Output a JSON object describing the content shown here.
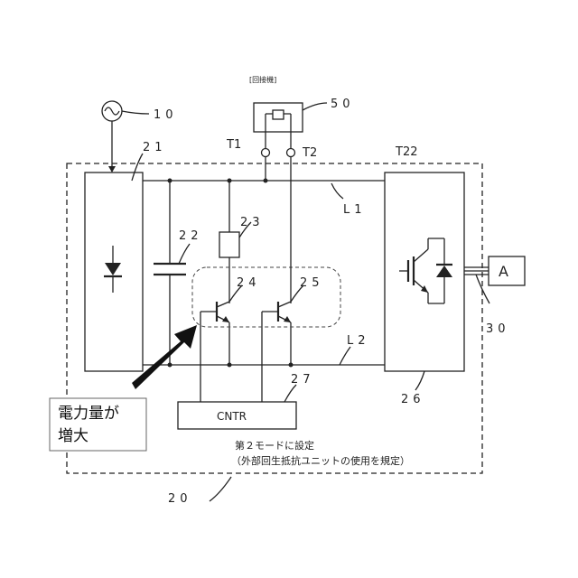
{
  "labels": {
    "source": "10",
    "converter": "21",
    "capacitor": "22",
    "resistor": "23",
    "transistor_24": "24",
    "transistor_25": "25",
    "inverter_block": "26",
    "controller": "27",
    "output_line": "30",
    "unit": "50",
    "device": "20",
    "line_l1": "L1",
    "line_l2": "L2",
    "terminal_t1": "T1",
    "terminal_t2": "T2",
    "terminal_t22": "T22",
    "load": "A",
    "cntr": "CNTR",
    "unit_caption": "[回接機]"
  },
  "notes": {
    "mode_line1": "第２モードに設定",
    "mode_line2": "（外部回生抵抗ユニットの使用を規定）"
  },
  "callout": {
    "line1": "電力量が",
    "line2": "増大"
  }
}
